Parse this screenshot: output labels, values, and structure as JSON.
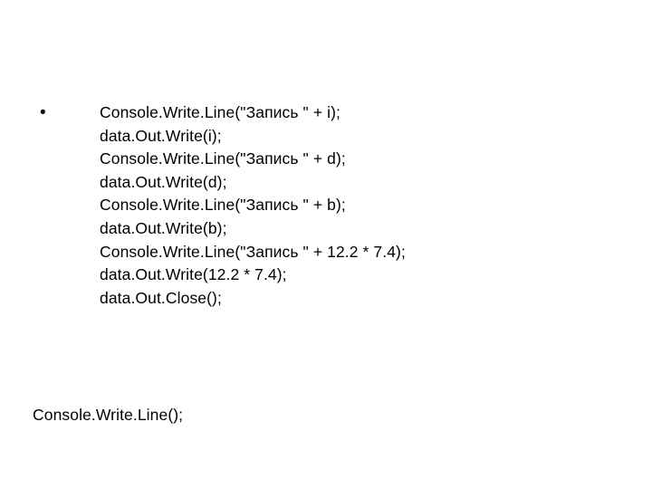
{
  "slide": {
    "bullet_marker": "•",
    "code_lines": [
      "Console.Write.Line(\"Запись \" + i);",
      "data.Out.Write(i);",
      "Console.Write.Line(\"Запись \" + d);",
      "data.Out.Write(d);",
      "Console.Write.Line(\"Запись \" + b);",
      "data.Out.Write(b);",
      "Console.Write.Line(\"Запись \" + 12.2 * 7.4);",
      "data.Out.Write(12.2 * 7.4);",
      "data.Out.Close();"
    ],
    "tail_lines": [
      "Console.Write.Line();"
    ],
    "colors": {
      "background": "#ffffff",
      "text": "#000000"
    }
  }
}
